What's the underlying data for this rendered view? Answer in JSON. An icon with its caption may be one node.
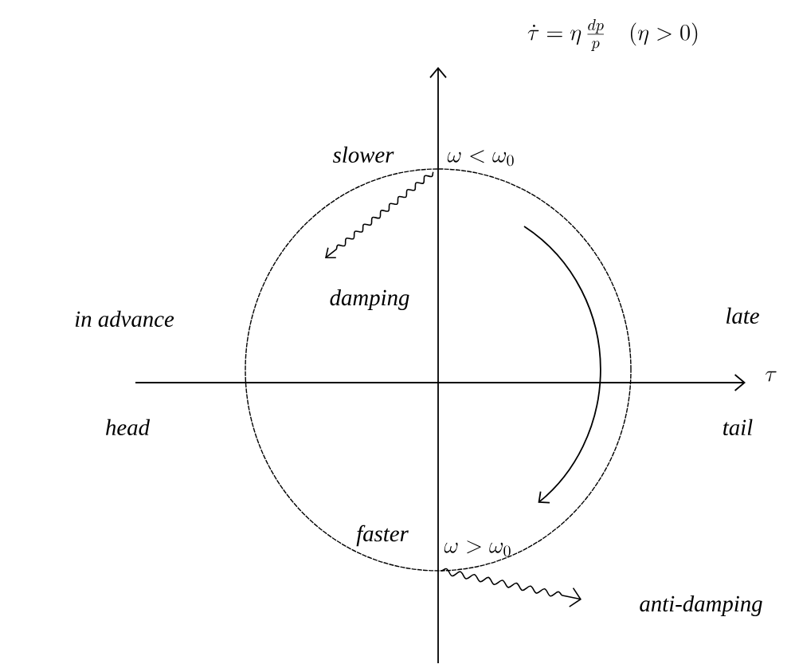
{
  "diagram": {
    "labels": [
      "\\dot{\\tau} = \\eta\\,\\frac{dp}{p}\\quad(\\eta>0)",
      "slower",
      "\\omega<\\omega_0",
      "in advance",
      "damping",
      "late",
      "\\tau",
      "head",
      "tail",
      "faster",
      "\\omega>\\omega_0",
      "anti-damping"
    ]
  }
}
